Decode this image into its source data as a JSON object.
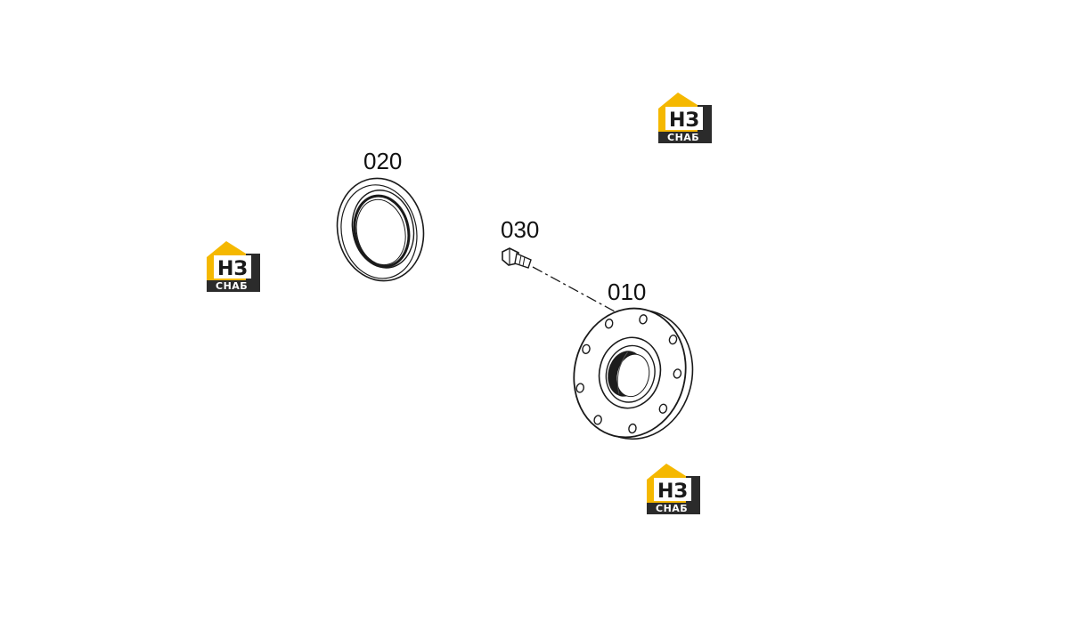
{
  "parts": [
    {
      "id": "010",
      "label": "010"
    },
    {
      "id": "020",
      "label": "020"
    },
    {
      "id": "030",
      "label": "030"
    }
  ],
  "watermark": {
    "top_text": "НЗ",
    "bottom_text": "СНАБ",
    "colors": {
      "accent": "#f5b800",
      "dark": "#2b2b2b",
      "light": "#ffffff"
    }
  },
  "line_color": "#1a1a1a"
}
